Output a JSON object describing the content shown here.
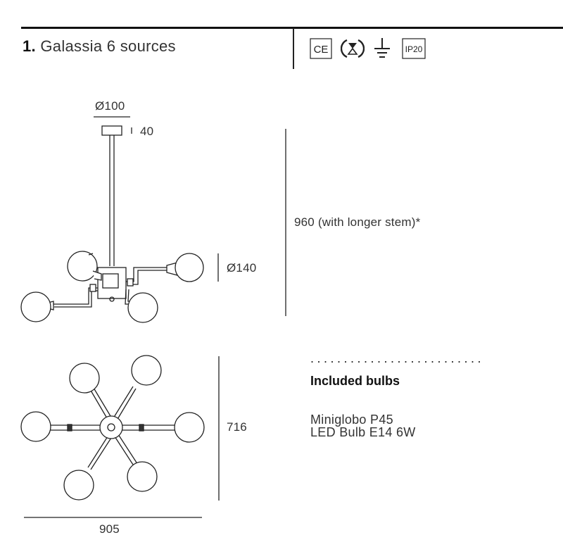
{
  "header": {
    "number": "1.",
    "title": "Galassia 6 sources"
  },
  "certifications": [
    {
      "name": "ce-mark-icon",
      "label": "CE"
    },
    {
      "name": "dimmable-icon",
      "label": ""
    },
    {
      "name": "earth-ground-icon",
      "label": ""
    },
    {
      "name": "ip-rating-icon",
      "label": "IP20"
    }
  ],
  "side_view": {
    "canopy_diameter": "Ø100",
    "canopy_height": "40",
    "total_height": "960 (with longer stem)*",
    "globe_diameter": "Ø140"
  },
  "top_view": {
    "depth": "716",
    "width": "905"
  },
  "bulbs": {
    "separator": "..........................",
    "heading": "Included bulbs",
    "line1": "Miniglobo P45",
    "line2": "LED Bulb E14 6W"
  }
}
